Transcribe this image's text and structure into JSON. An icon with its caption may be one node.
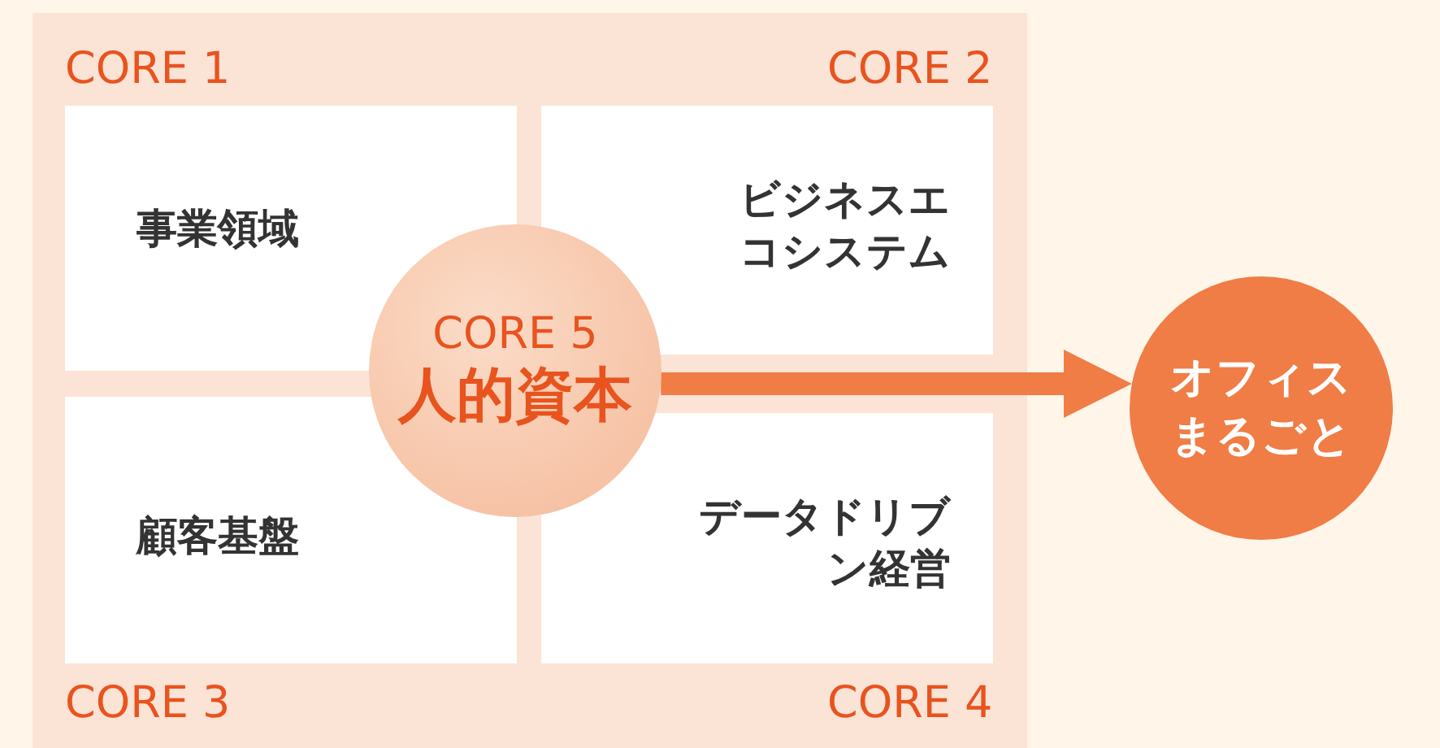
{
  "diagram": {
    "nodes": [
      {
        "text": [
          "CORE 1",
          "事業領域"
        ]
      },
      {
        "text": [
          "CORE 2",
          "ビジネスエコシステム"
        ]
      },
      {
        "text": [
          "顧客基盤",
          "CORE 3"
        ]
      },
      {
        "text": [
          "データドリブン経営",
          "CORE 4"
        ]
      },
      {
        "text": [
          "CORE 5",
          "人的資本"
        ]
      },
      {
        "text": [
          "オフィスまるごと"
        ]
      }
    ],
    "edges": [
      {
        "from": 4,
        "to": 5,
        "arrow": "to"
      }
    ]
  }
}
